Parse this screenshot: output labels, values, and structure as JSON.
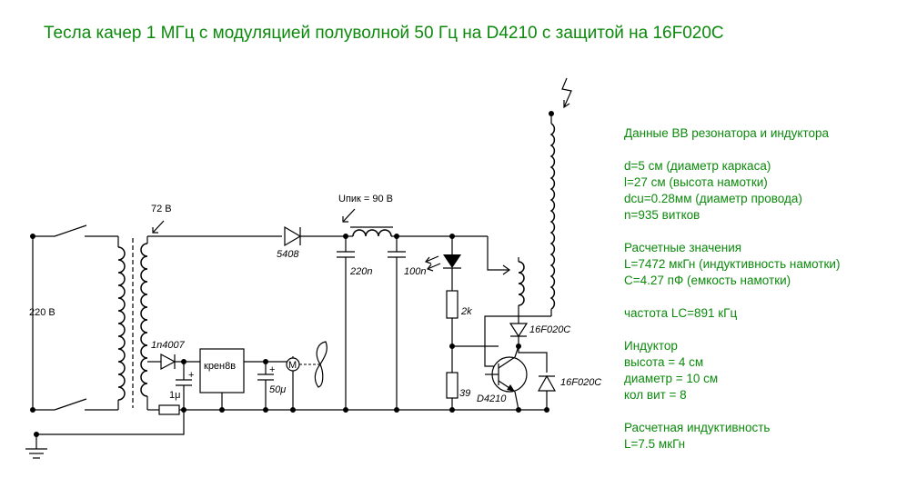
{
  "title": "Тесла качер 1 МГц с модуляцией полуволной 50 Гц на D4210 с защитой на 16F020C",
  "labels": {
    "mains": "220 В",
    "secondary_voltage": "72 В",
    "peak_voltage": "Uпик = 90 В",
    "diode_5408": "5408",
    "diode_1n4007": "1n4007",
    "regulator": "крен8в",
    "cap_1u": "1μ",
    "cap_50u": "50μ",
    "cap_220n": "220n",
    "cap_100n": "100n",
    "res_2k": "2k",
    "res_39": "39",
    "transistor": "D4210",
    "tvs_top": "16F020C",
    "tvs_side": "16F020C",
    "motor": "M",
    "plus1": "+",
    "plus2": "+"
  },
  "info": {
    "lines": [
      "Данные ВВ резонатора и индуктора",
      "",
      "d=5 см (диаметр каркаса)",
      "l=27 см (высота намотки)",
      "dcu=0.28мм (диаметр провода)",
      "n=935 витков",
      "",
      "Расчетные значения",
      "L=7472 мкГн (индуктивность намотки)",
      "C=4.27 пФ (емкость намотки)",
      "",
      "частота LC=891 кГц",
      "",
      "Индуктор",
      "высота = 4 см",
      "диаметр = 10 см",
      "кол вит = 8",
      "",
      "Расчетная индуктивность",
      "L=7.5 мкГн"
    ]
  },
  "colors": {
    "title": "#0b8a0b",
    "info": "#0b8a0b",
    "wire": "#000000"
  }
}
